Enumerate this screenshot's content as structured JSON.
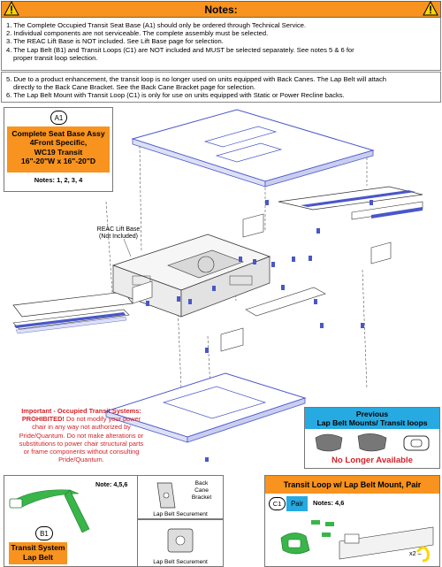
{
  "notes": {
    "title": "Notes:",
    "lines_top": [
      "1. The Complete Occupied Transit Seat Base (A1) should only be ordered through Technical Service.",
      "2. Individual components are not serviceable. The complete assembly must be selected.",
      "3. The REAC Lift Base is NOT included. See Lift Base page for selection.",
      "4. The Lap Belt (B1) and Transit Loops (C1) are NOT included and MUST be selected separately. See notes 5 & 6 for",
      "proper transit loop selection."
    ],
    "lines_bottom": [
      "5. Due to a product enhancement, the transit loop is no longer used on units equipped with Back Canes. The Lap Belt will attach",
      "directly to the Back Cane Bracket. See the Back Cane Bracket page for selection.",
      "6. The Lap Belt Mount with Transit Loop (C1) is only for use on units equipped with Static or Power Recline backs."
    ]
  },
  "a1": {
    "code": "A1",
    "title_1": "Complete Seat Base Assy",
    "title_2": "4Front Specific,",
    "title_3": "WC19 Transit",
    "title_4": "16\"-20\"W x 16\"-20\"D",
    "notes": "Notes: 1, 2, 3, 4"
  },
  "reac_label": {
    "line1": "REAC Lift Base",
    "line2": "(Not Included)"
  },
  "important": {
    "line1": "Important - Occupied Transit Systems:",
    "line2_red": "PROHIBITED!",
    "line2_rest": " Do not modify your power",
    "line3": "chair in any way not authorized by",
    "line4": "Pride/Quantum. Do not make alterations or",
    "line5": "substitutions to power chair structural parts",
    "line6": "or frame components without consulting",
    "line7": "Pride/Quantum."
  },
  "previous": {
    "line1": "Previous",
    "line2": "Lap Belt Mounts/ Transit loops",
    "status": "No Longer Available"
  },
  "b1": {
    "note": "Note: 4,5,6",
    "code": "B1",
    "title_1": "Transit System",
    "title_2": "Lap Belt"
  },
  "back_cane": {
    "label_1": "Back",
    "label_2": "Cane",
    "label_3": "Bracket",
    "securement_1": "Lap Belt Securement",
    "securement_2": "Lap Belt Securement"
  },
  "c1": {
    "title": "Transit Loop w/ Lap Belt Mount, Pair",
    "code": "C1",
    "pair": "Pair",
    "notes": "Notes: 4,6",
    "qty": "x2 –"
  },
  "colors": {
    "orange": "#f7931e",
    "blue": "#27aae1",
    "red": "#d2232a",
    "part_blue": "#4a57c8",
    "green": "#39b54a",
    "yellow": "#ffd400"
  }
}
